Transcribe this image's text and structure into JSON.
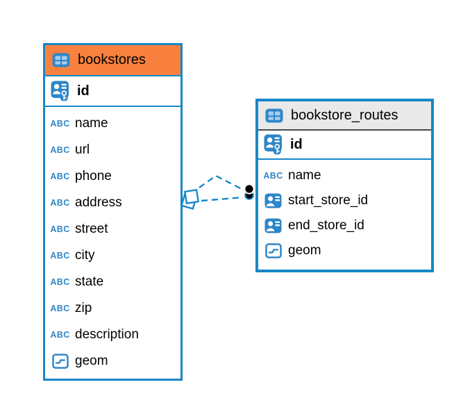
{
  "diagram": {
    "tool": "er-diagram",
    "colors": {
      "accent_blue": "#1787C9",
      "icon_blue": "#2E86C8",
      "bookstores_header": "#F8813E",
      "routes_header": "#E9E9E9",
      "relationship_endpoint": "#000000"
    },
    "icons": {
      "table_icon": "table-grid",
      "pk_icon": "person-key",
      "fk_icon": "person-card",
      "geometry_icon": "geometry-square",
      "text_type_label": "ABC"
    },
    "tables": [
      {
        "name": "bookstores",
        "primary_key": {
          "name": "id",
          "type": "pk"
        },
        "columns": [
          {
            "name": "name",
            "type": "text"
          },
          {
            "name": "url",
            "type": "text"
          },
          {
            "name": "phone",
            "type": "text"
          },
          {
            "name": "address",
            "type": "text"
          },
          {
            "name": "street",
            "type": "text"
          },
          {
            "name": "city",
            "type": "text"
          },
          {
            "name": "state",
            "type": "text"
          },
          {
            "name": "zip",
            "type": "text"
          },
          {
            "name": "description",
            "type": "text"
          },
          {
            "name": "geom",
            "type": "geometry"
          }
        ]
      },
      {
        "name": "bookstore_routes",
        "primary_key": {
          "name": "id",
          "type": "pk"
        },
        "columns": [
          {
            "name": "name",
            "type": "text"
          },
          {
            "name": "start_store_id",
            "type": "fk"
          },
          {
            "name": "end_store_id",
            "type": "fk"
          },
          {
            "name": "geom",
            "type": "geometry"
          }
        ]
      }
    ],
    "relationship": {
      "from": "bookstores",
      "to": "bookstore_routes",
      "links": 2,
      "line_style": "dashed",
      "line_color": "#1787C9"
    }
  }
}
